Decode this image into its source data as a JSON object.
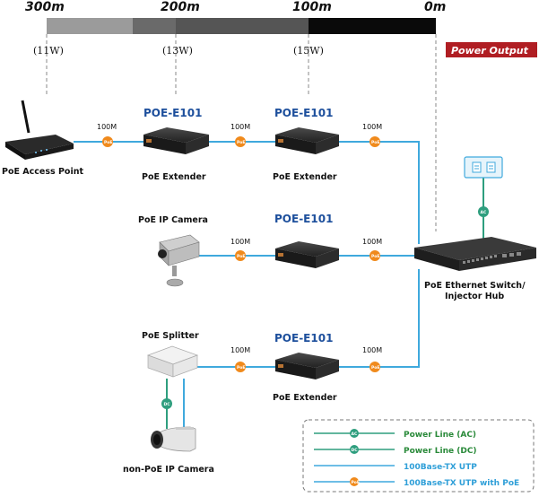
{
  "scale": {
    "distances": [
      "300m",
      "200m",
      "100m",
      "0m"
    ],
    "watts": [
      "(11W)",
      "(13W)",
      "(15W)"
    ],
    "power_output_label": "Power Output"
  },
  "links": {
    "speed": "100M"
  },
  "devices": {
    "model": "POE-E101",
    "access_point": "PoE Access Point",
    "extender": "PoE Extender",
    "ip_camera": "PoE IP Camera",
    "splitter": "PoE Splitter",
    "non_poe_camera": "non-PoE IP Camera",
    "switch_line1": "PoE Ethernet Switch/",
    "switch_line2": "Injector Hub"
  },
  "badges": {
    "poe": "PoE",
    "ac": "AC",
    "dc": "DC"
  },
  "legend": {
    "ac": "Power Line (AC)",
    "dc": "Power Line (DC)",
    "utp": "100Base-TX UTP",
    "utp_poe": "100Base-TX UTP with PoE"
  },
  "colors": {
    "cable": "#3fa9dd",
    "power_line": "#2e9e7e",
    "poe_badge": "#f08a1c",
    "model_text": "#1d4f9c",
    "power_output_bg": "#b01e23"
  }
}
